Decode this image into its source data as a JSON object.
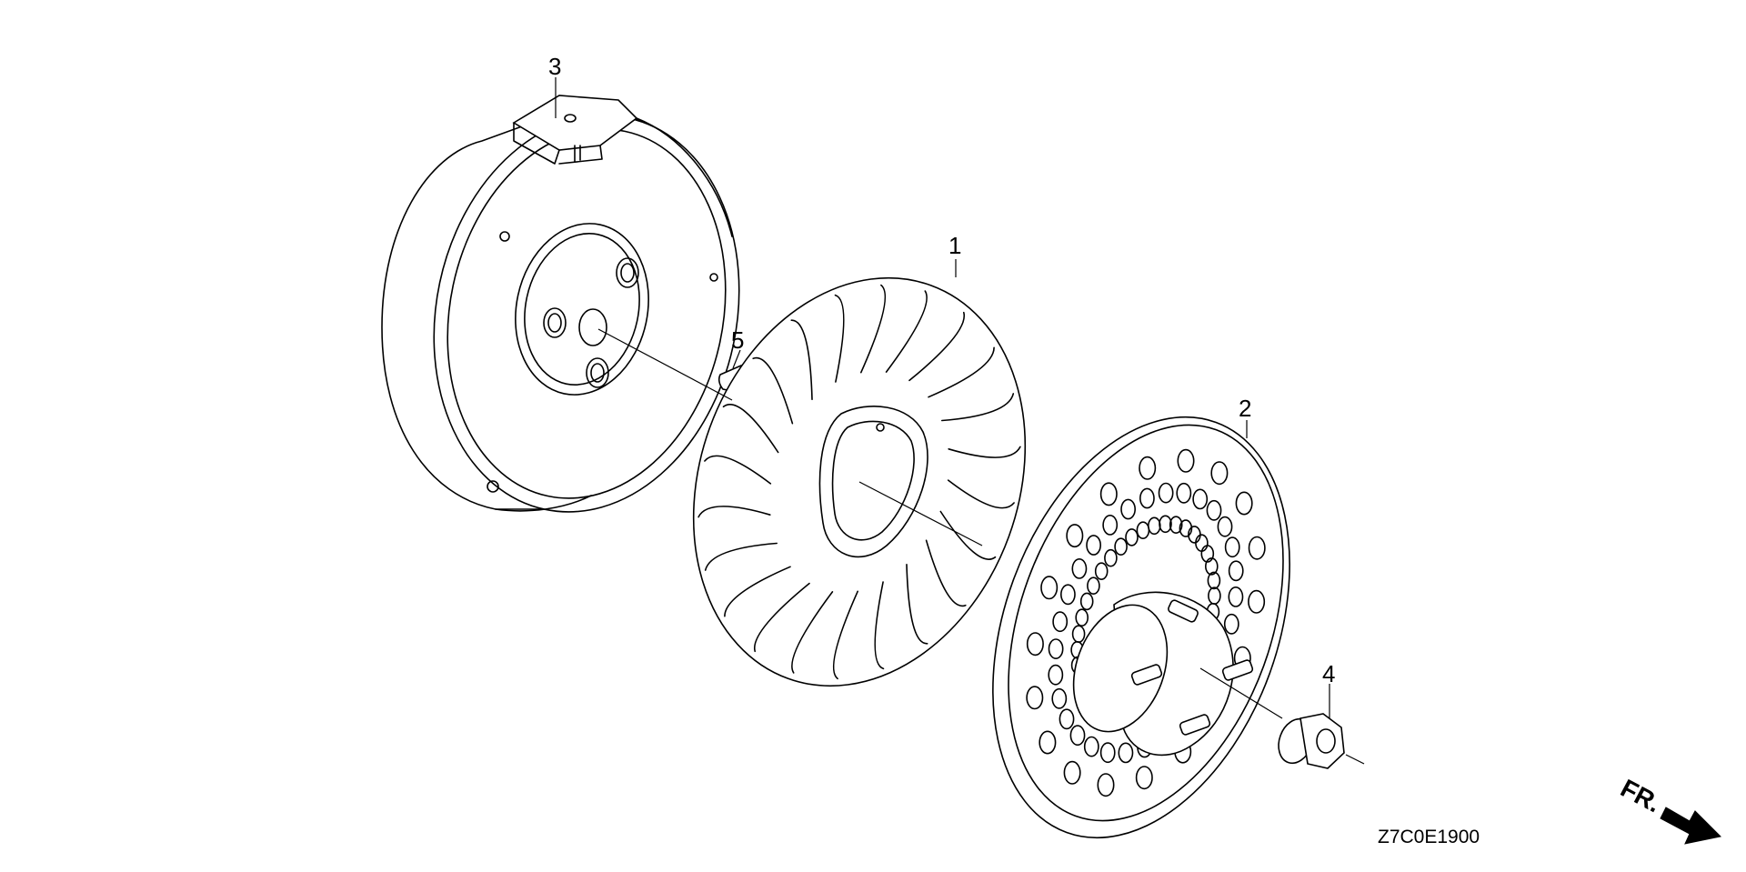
{
  "diagram": {
    "callouts": [
      {
        "id": "1",
        "text": "1"
      },
      {
        "id": "2",
        "text": "2"
      },
      {
        "id": "3",
        "text": "3"
      },
      {
        "id": "4",
        "text": "4"
      },
      {
        "id": "5",
        "text": "5"
      }
    ],
    "figure_code": "Z7C0E1900",
    "direction_label": "FR."
  }
}
